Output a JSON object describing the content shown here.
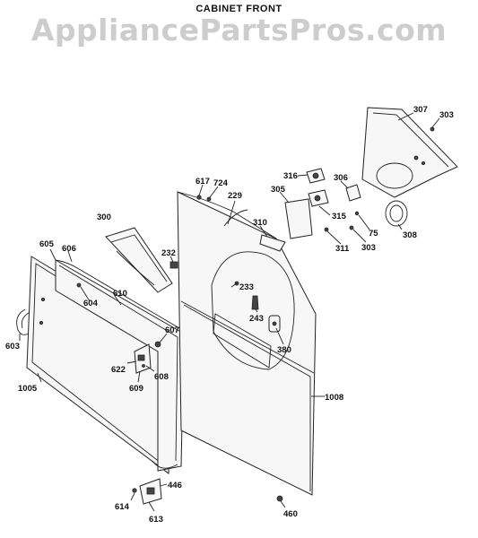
{
  "header": {
    "title": "CABINET FRONT",
    "watermark": "AppliancePartsPros.com"
  },
  "callouts": {
    "p307": "307",
    "p303a": "303",
    "p316": "316",
    "p306": "306",
    "p305": "305",
    "p315": "315",
    "p75": "75",
    "p308": "308",
    "p311": "311",
    "p303b": "303",
    "p617": "617",
    "p724": "724",
    "p229": "229",
    "p310": "310",
    "p300": "300",
    "p232": "232",
    "p605": "605",
    "p606": "606",
    "p610": "610",
    "p604": "604",
    "p233": "233",
    "p243": "243",
    "p380": "380",
    "p603": "603",
    "p607": "607",
    "p622": "622",
    "p608": "608",
    "p609": "609",
    "p1005": "1005",
    "p1008": "1008",
    "p446": "446",
    "p614": "614",
    "p613": "613",
    "p460": "460"
  }
}
